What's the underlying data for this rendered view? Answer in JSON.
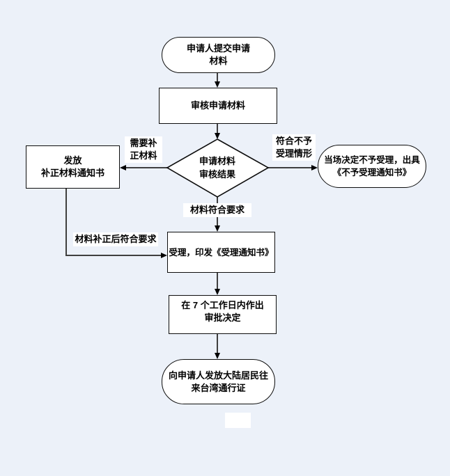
{
  "flowchart": {
    "nodes": {
      "start": {
        "text": "申请人提交申请\n材料"
      },
      "review": {
        "text": "审核申请材料"
      },
      "decision": {
        "text": "申请材料\n审核结果"
      },
      "supplement": {
        "text": "发放\n补正材料通知书"
      },
      "reject": {
        "text": "当场决定不予受理，出具\n《不予受理通知书》"
      },
      "accept": {
        "text": "受理，印发《受理通知书》"
      },
      "deadline": {
        "text": "在 7 个工作日内作出\n审批决定"
      },
      "issue": {
        "text": "向申请人发放大陆居民往\n来台湾通行证"
      },
      "blank": {
        "text": ""
      }
    },
    "edge_labels": {
      "need_supplement": "需要补\n正材料",
      "not_accept": "符合不予\n受理情形",
      "meets_requirements": "材料符合要求",
      "supplemented_ok": "材料补正后符合要求"
    },
    "colors": {
      "background": "#ECF1F9",
      "node_fill": "#FFFFFF",
      "border": "#0D0D0D",
      "line": "#3F3F3F",
      "arrowhead": "#000000"
    }
  }
}
